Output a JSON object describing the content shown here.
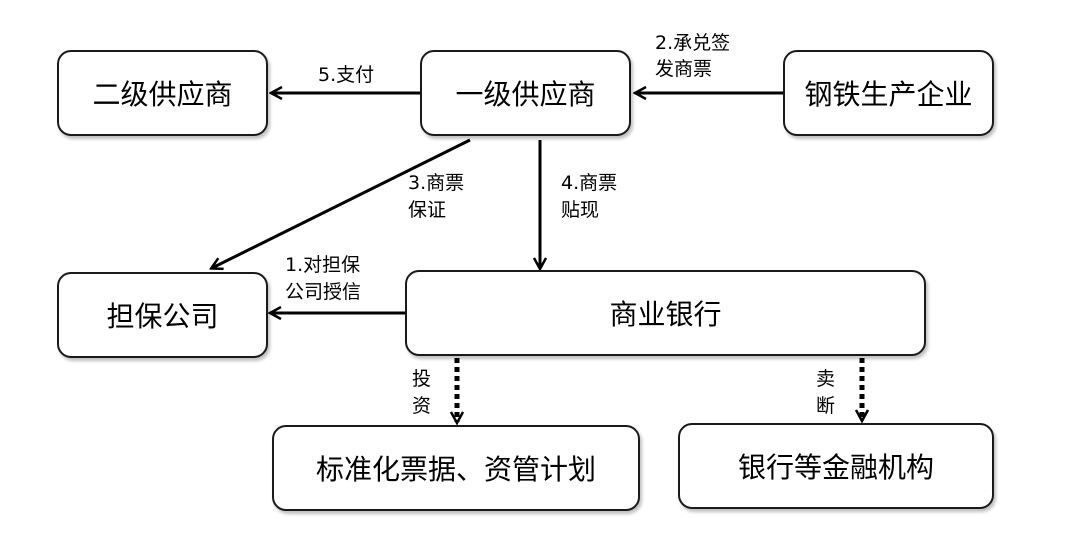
{
  "nodes": {
    "secondary_supplier": "二级供应商",
    "primary_supplier": "一级供应商",
    "steel_producer": "钢铁生产企业",
    "guarantor": "担保公司",
    "commercial_bank": "商业银行",
    "standardized_bills": "标准化票据、资管计划",
    "financial_institutions": "银行等金融机构"
  },
  "edges": {
    "pay": "5.支付",
    "accept_issue_line1": "2.承兑签",
    "accept_issue_line2": "发商票",
    "guarantee_line1": "3.商票",
    "guarantee_line2": "保证",
    "discount_line1": "4.商票",
    "discount_line2": "贴现",
    "credit_line1": "1.对担保",
    "credit_line2": "公司授信",
    "invest_line1": "投",
    "invest_line2": "资",
    "sell_line1": "卖",
    "sell_line2": "断"
  }
}
